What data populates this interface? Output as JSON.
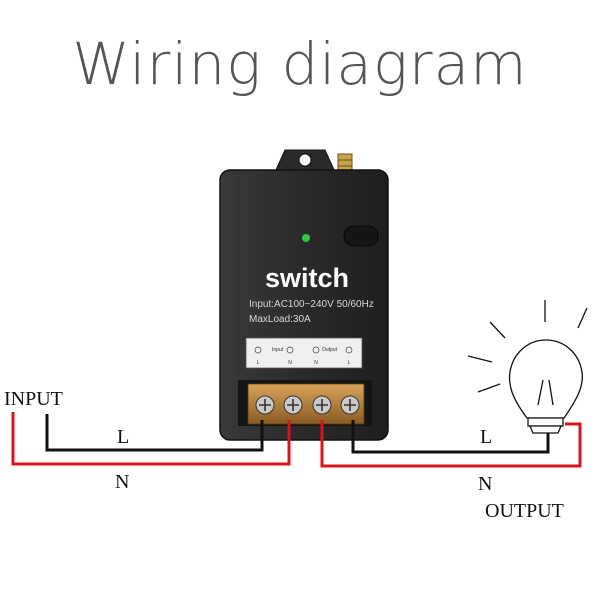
{
  "title": "Wiring diagram",
  "device": {
    "name": "switch",
    "spec_input": "Input:AC100~240V 50/60Hz",
    "spec_load": "MaxLoad:30A",
    "terminal_letters": [
      "L",
      "N",
      "N",
      "L"
    ],
    "terminal_input": "Input",
    "terminal_output": "Output"
  },
  "labels": {
    "input": "INPUT",
    "output": "OUTPUT",
    "input_l": "L",
    "input_n": "N",
    "output_l": "L",
    "output_n": "N"
  },
  "colors": {
    "live_wire": "#111111",
    "neutral_wire": "#d8141c",
    "device_body": "#2c2c2c",
    "led": "#2ecc40"
  }
}
